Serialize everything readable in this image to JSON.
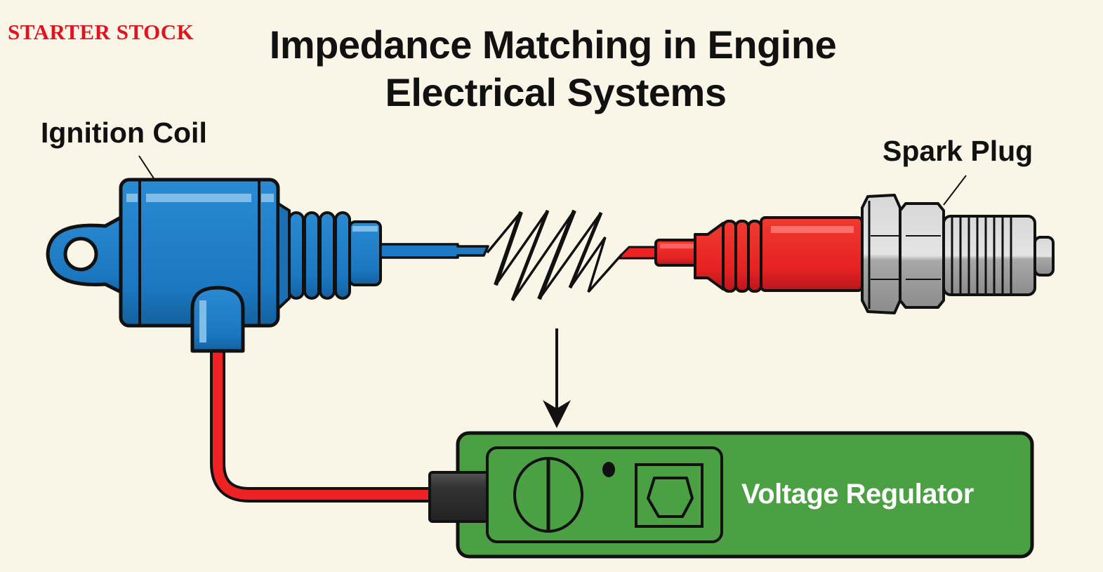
{
  "watermark": "STARTER STOCK",
  "title": {
    "line1": "Impedance Matching in Engine",
    "line2": "Electrical Systems"
  },
  "components": {
    "ignition_coil": {
      "label": "Ignition Coil",
      "color": "#1e7ac4"
    },
    "spark_plug": {
      "label": "Spark Plug",
      "boot_color": "#e52222",
      "metal_color": "#c8c8c8"
    },
    "voltage_regulator": {
      "label": "Voltage Regulator",
      "color": "#4ca044"
    }
  },
  "colors": {
    "background": "#f9f6e8",
    "wire_red": "#ee2222",
    "wire_blue": "#1e7ac4",
    "outline": "#111111"
  }
}
